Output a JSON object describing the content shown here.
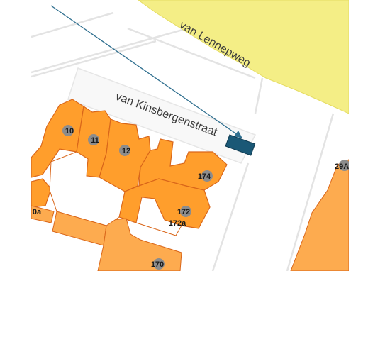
{
  "streets": {
    "main_road": "van Lennepweg",
    "side_street": "van Kinsbergenstraat"
  },
  "house_numbers": {
    "n10": "10",
    "n11": "11",
    "n12": "12",
    "n174": "174",
    "n172": "172",
    "n172a": "172a",
    "n170": "170",
    "n10a_partial": "0a",
    "n29_partial": "29A"
  },
  "colors": {
    "road_yellow": "#f4ee86",
    "building_orange": "#ff9e2c",
    "building_light_orange": "#fdab4f",
    "building_outline": "#d9661a",
    "marker_blue": "#1a5876",
    "badge_grey": "#8c8c8c"
  }
}
